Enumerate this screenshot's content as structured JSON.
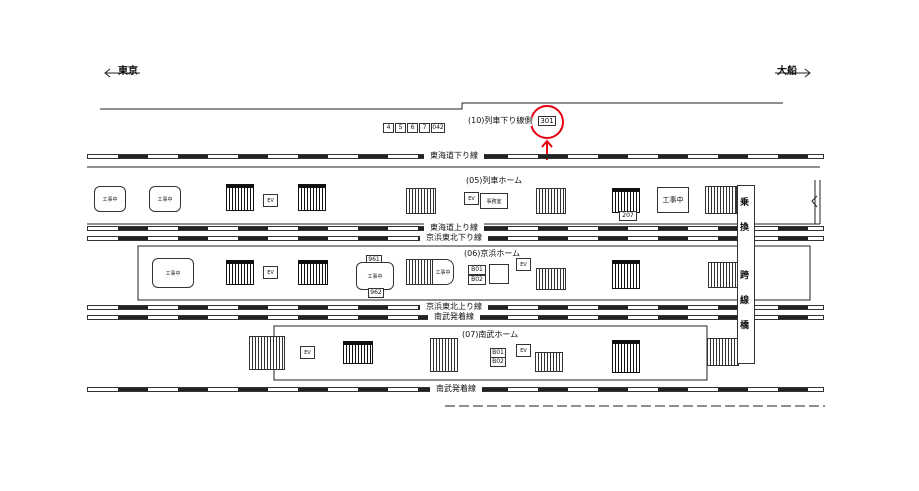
{
  "direction": {
    "left": "東京",
    "right": "大船"
  },
  "top_area": {
    "label": "(10)列車下り線側",
    "highlight_id": "301",
    "car_numbers": [
      "4",
      "5",
      "6",
      "7",
      "042"
    ],
    "highlight_color": "#e60012"
  },
  "tracks": {
    "tokaido_down": "東海道下り線",
    "tokaido_up": "東海道上り線",
    "keihin_down": "京浜東北下り線",
    "keihin_up": "京浜東北上り線",
    "nambu_1": "南武発着線",
    "nambu_2": "南武発着線"
  },
  "platforms": {
    "p05": {
      "label": "(05)列車ホーム",
      "construction": "工事中",
      "ev": "EV",
      "office": "事務室",
      "id_207": "207"
    },
    "p06": {
      "label": "(06)京浜ホーム",
      "construction": "工事中",
      "ev": "EV",
      "id_961": "961",
      "id_962": "962",
      "b01": "B01",
      "b02": "B02"
    },
    "p07": {
      "label": "(07)南武ホーム",
      "ev": "EV",
      "b01": "B01",
      "b02": "B02"
    }
  },
  "bridge": {
    "chars": [
      "乗",
      "換",
      "跨",
      "線",
      "橋"
    ]
  }
}
